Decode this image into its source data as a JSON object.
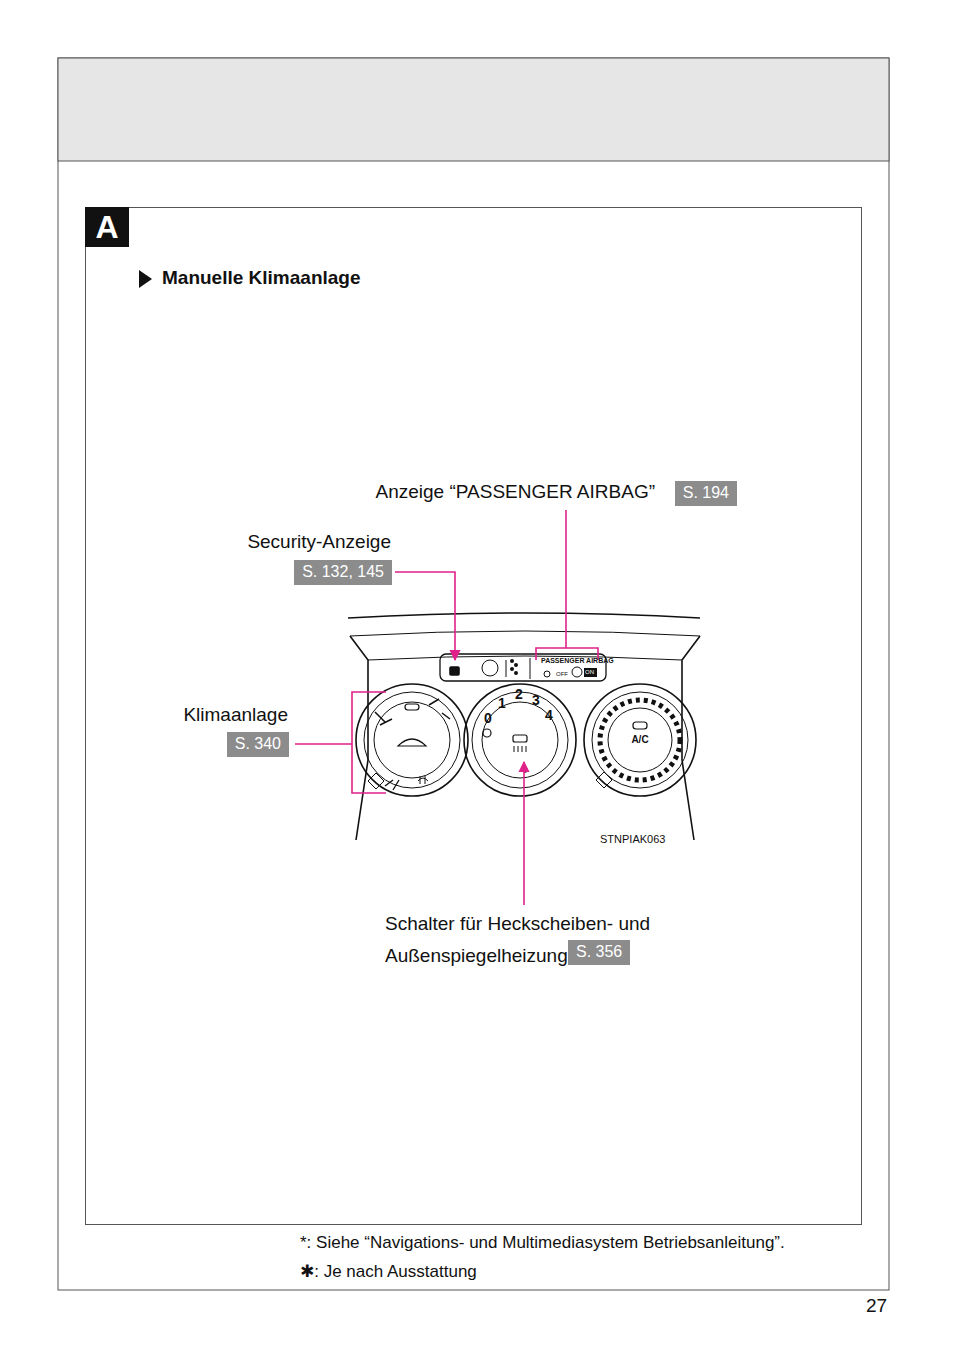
{
  "diagram": {
    "title": "Manuelle Klimaanlage",
    "nodes": [
      {
        "text": [
          "A"
        ]
      },
      {
        "text": [
          "S. 194"
        ],
        "in": 0
      },
      {
        "text": [
          "S. 132, 145"
        ],
        "in": 0
      },
      {
        "text": [
          "S. 340"
        ],
        "in": 0
      },
      {
        "text": [
          "S. 356"
        ],
        "in": 0
      }
    ],
    "labels": [
      "Anzeige “PASSENGER AIRBAG”",
      "Security-Anzeige",
      "Klimaanlage",
      "Schalter für Heckscheiben- und Außenspiegelheizung",
      "PASSENGER AIRBAG",
      "OFF",
      "ON",
      "0",
      "1",
      "2",
      "3",
      "4",
      "A/C",
      "STNPIAK063",
      "*: Siehe “Navigations- und Multimediasystem Betriebsanleitung”.",
      "✱: Je nach Ausstattung",
      "27"
    ]
  }
}
